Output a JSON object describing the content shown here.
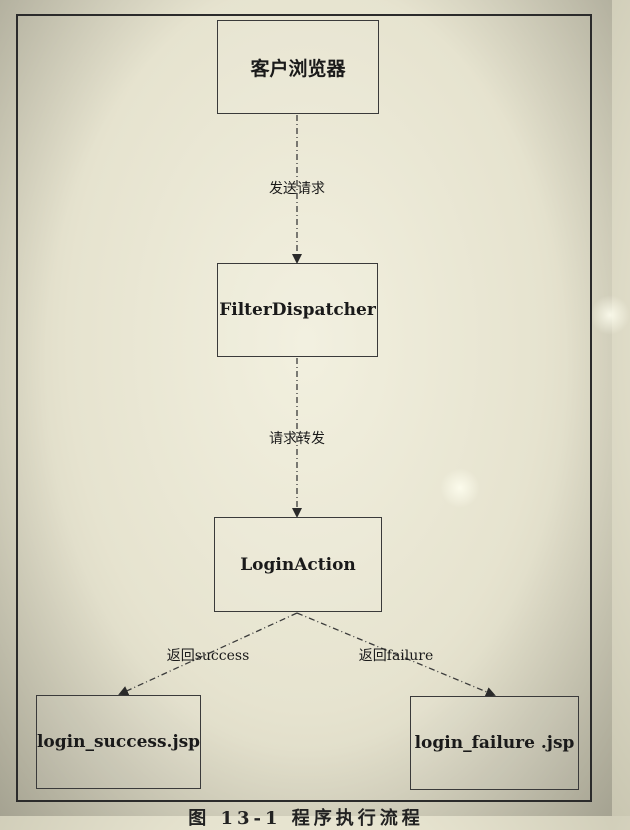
{
  "nodes": {
    "browser": "客户浏览器",
    "filter": "FilterDispatcher",
    "action": "LoginAction",
    "success_page": "login_success.jsp",
    "failure_page": "login_failure .jsp"
  },
  "edges": {
    "send_request": "发送请求",
    "forward_request": "请求转发",
    "return_success": "返回success",
    "return_failure": "返回failure"
  },
  "caption": "图 13-1 程序执行流程"
}
